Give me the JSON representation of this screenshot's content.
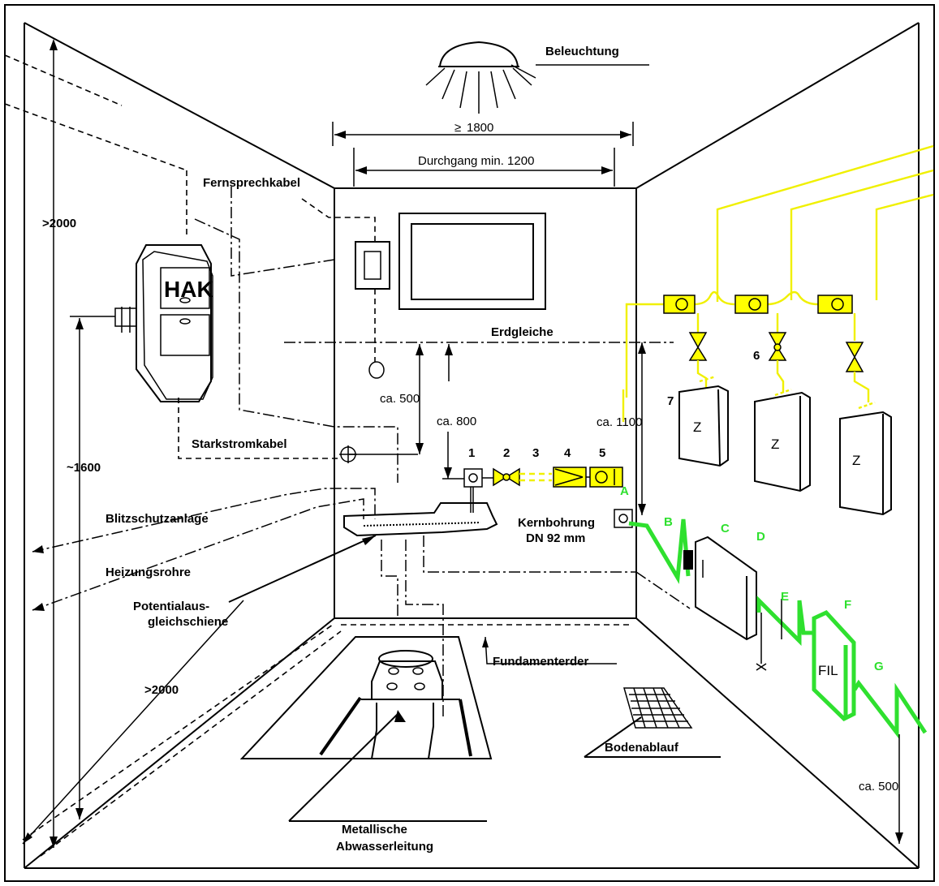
{
  "labels": {
    "lighting": "Beleuchtung",
    "width_1800": "1800",
    "width_1800_symbol": "≥",
    "passage": "Durchgang min. 1200",
    "telephone_cable": "Fernsprechkabel",
    "hak": "HAK",
    "height_left": ">2000",
    "ground_level": "Erdgleiche",
    "ca_500_top": "ca. 500",
    "ca_800": "ca. 800",
    "ca_1100": "ca. 1100",
    "power_cable": "Starkstromkabel",
    "height_1600": "~1600",
    "lightning": "Blitzschutzanlage",
    "heating": "Heizungsrohre",
    "equipotential_1": "Potentialaus-",
    "equipotential_2": "gleichschiene",
    "core_drill_1": "Kernbohrung",
    "core_drill_2": "DN 92 mm",
    "foundation": "Fundamenterder",
    "height_bottom": ">2000",
    "floor_drain": "Bodenablauf",
    "sewer_1": "Metallische",
    "sewer_2": "Abwasserleitung",
    "ca_500_bottom": "ca. 500",
    "filter": "FIL",
    "meter": "Z"
  },
  "numbers": [
    "1",
    "2",
    "3",
    "4",
    "5",
    "6",
    "7"
  ],
  "letters": [
    "A",
    "B",
    "C",
    "D",
    "E",
    "F",
    "G"
  ],
  "colors": {
    "gas_yellow": "#ffff00",
    "water_green": "#2fe02f",
    "line": "#000000"
  }
}
